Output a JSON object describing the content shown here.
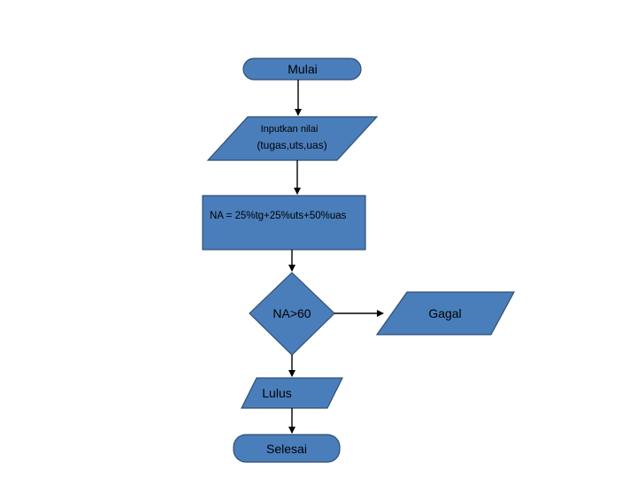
{
  "colors": {
    "shape_fill": "#4a7ebb",
    "shape_stroke": "#2f4e74",
    "connector": "#000000",
    "text": "#000000"
  },
  "flowchart": {
    "start": {
      "label": "Mulai"
    },
    "input": {
      "line1": "Inputkan nilai",
      "line2": "(tugas,uts,uas)"
    },
    "process": {
      "label": "NA = 25%tg+25%uts+50%uas"
    },
    "decision": {
      "label": "NA>60"
    },
    "output_fail": {
      "label": "Gagal"
    },
    "output_pass": {
      "label": "Lulus"
    },
    "end": {
      "label": "Selesai"
    }
  }
}
